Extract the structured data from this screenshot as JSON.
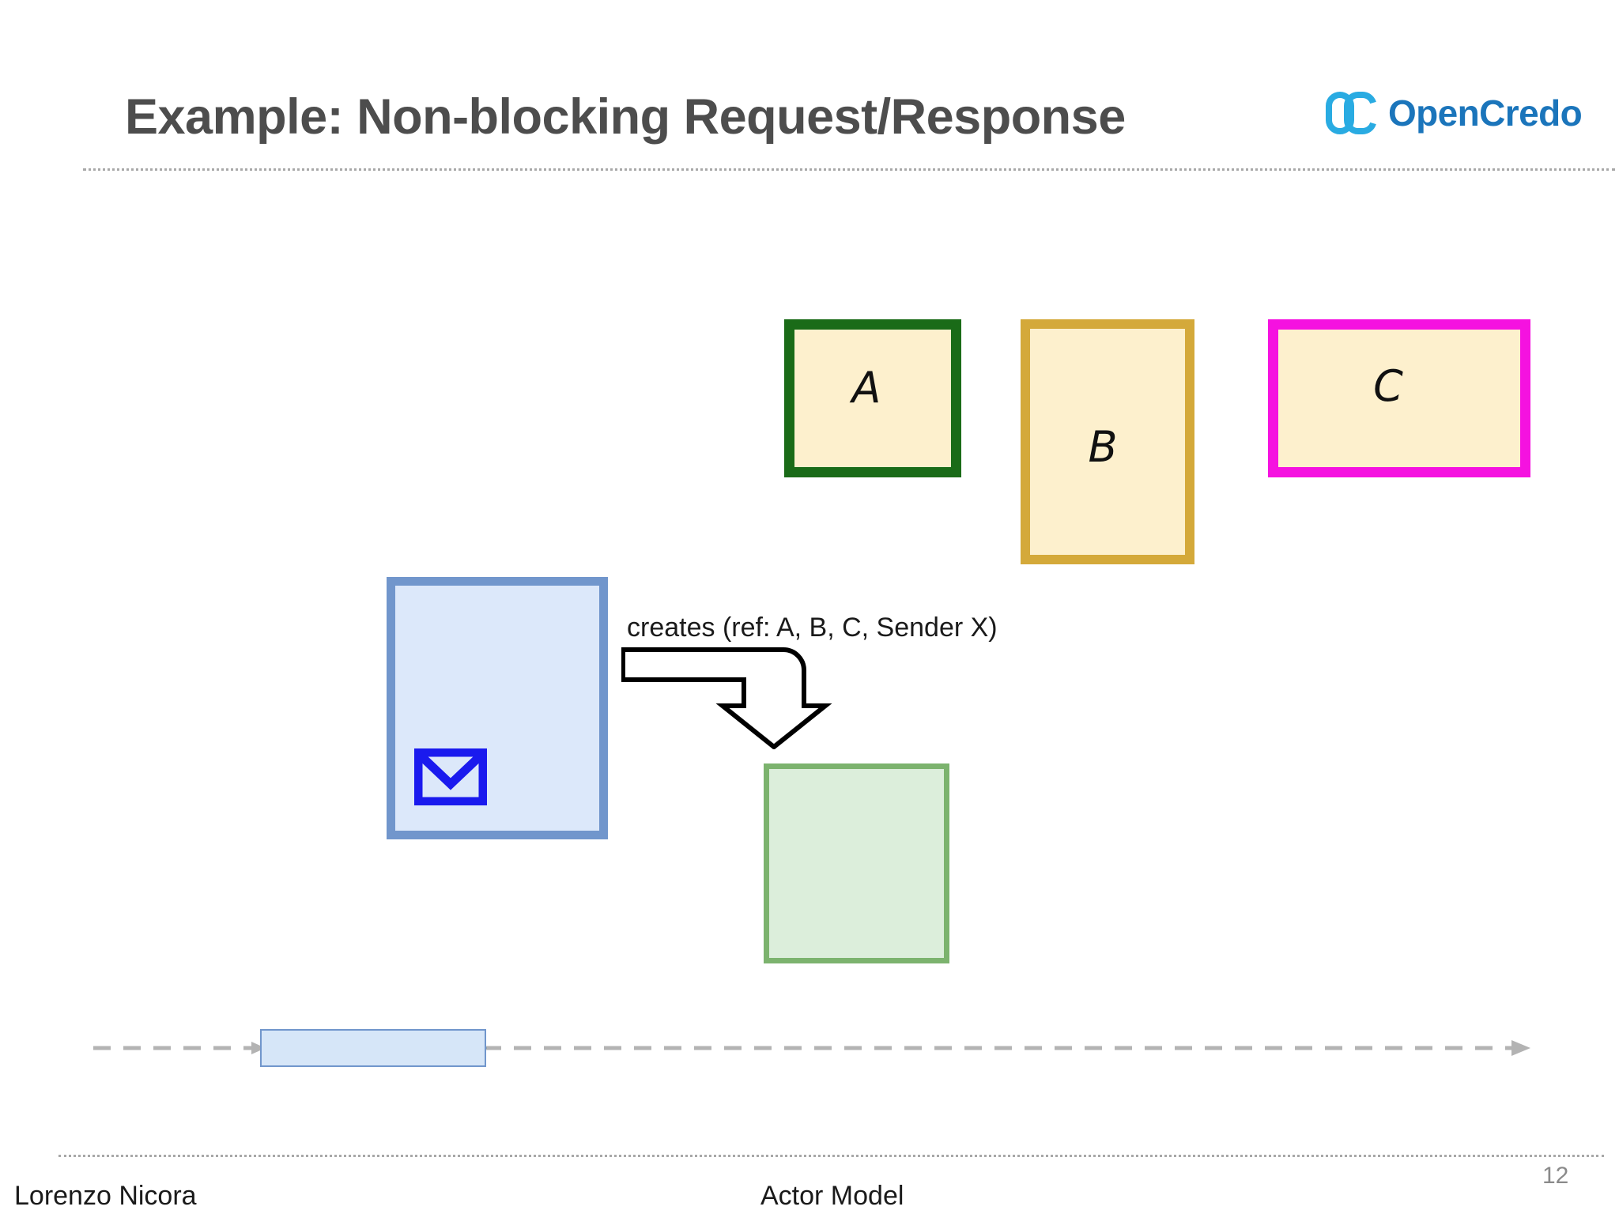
{
  "slide": {
    "title": "Example: Non-blocking Request/Response",
    "page_number": "12",
    "background_color": "#ffffff",
    "title_color": "#4d4d4d"
  },
  "logo": {
    "monogram": "OC",
    "wordmark": "OpenCredo",
    "mark_color": "#29abe2",
    "word_color": "#1b75bb"
  },
  "diagram": {
    "actors": [
      {
        "label": "A",
        "border_color": "#1a6b18",
        "fill_color": "#fdf0cd"
      },
      {
        "label": "B",
        "border_color": "#d4a93a",
        "fill_color": "#fdf0cd"
      },
      {
        "label": "C",
        "border_color": "#f512e0",
        "fill_color": "#fdf0cd"
      }
    ],
    "mailbox": {
      "icon": "envelope-icon",
      "fill_color": "#dce8fa",
      "border_color": "#7196cc",
      "icon_color": "#1a1aee"
    },
    "created_actor": {
      "label": "",
      "fill_color": "#dceedb",
      "border_color": "#7cb36e"
    },
    "creates_arrow": {
      "label": "creates (ref: A, B, C, Sender X)",
      "stroke_color": "#000000",
      "direction": "right-then-down"
    },
    "timeline": {
      "line_style": "dashed",
      "line_color": "#b3b3b3",
      "highlight_fill": "#d6e6f8",
      "highlight_border": "#7196cc",
      "arrow_color": "#1f63ab"
    }
  },
  "footer": {
    "author": "Lorenzo Nicora",
    "deck_title": "Actor Model"
  }
}
